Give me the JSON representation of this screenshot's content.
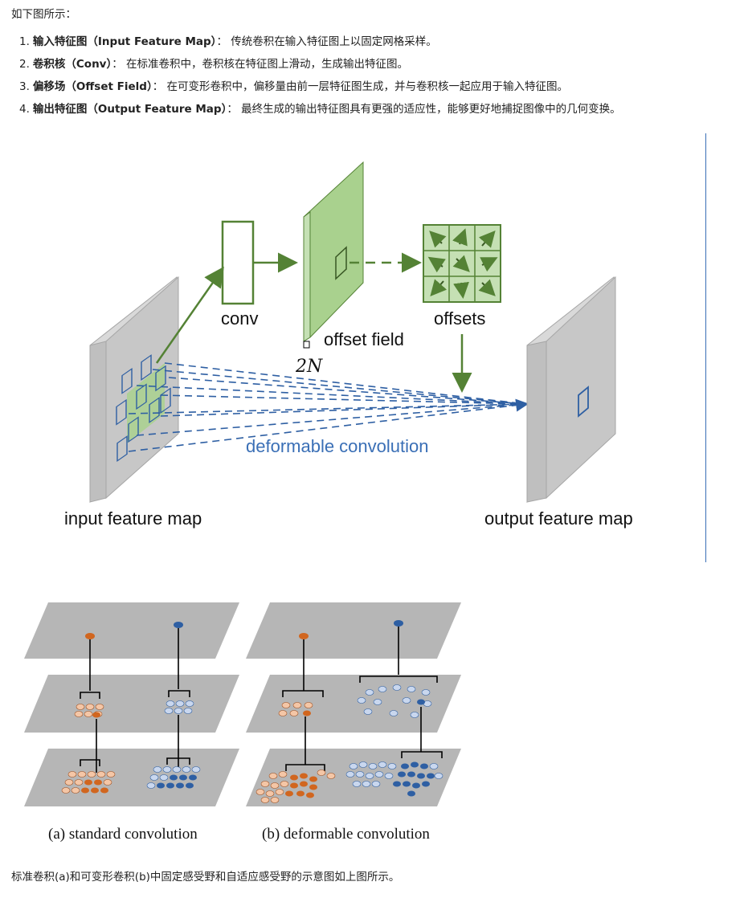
{
  "intro": "如下图所示：",
  "items": [
    {
      "num": "1.",
      "term": "输入特征图（Input Feature Map）",
      "desc": "：  传统卷积在输入特征图上以固定网格采样。"
    },
    {
      "num": "2.",
      "term": "卷积核（Conv）",
      "desc": "：  在标准卷积中，卷积核在特征图上滑动，生成输出特征图。"
    },
    {
      "num": "3.",
      "term": "偏移场（Offset Field）",
      "desc": "：  在可变形卷积中，偏移量由前一层特征图生成，并与卷积核一起应用于输入特征图。"
    },
    {
      "num": "4.",
      "term": "输出特征图（Output Feature Map）",
      "desc": "：  最终生成的输出特征图具有更强的适应性，能够更好地捕捉图像中的几何变换。"
    }
  ],
  "figure1": {
    "conv": "conv",
    "offset_field": "offset field",
    "two_n": "2N",
    "offsets": "offsets",
    "deformable": "deformable convolution",
    "input_map": "input feature map",
    "output_map": "output feature map"
  },
  "figure2": {
    "caption_a": "(a) standard convolution",
    "caption_b": "(b) deformable convolution"
  },
  "outro": "标准卷积(a)和可变形卷积(b)中固定感受野和自适应感受野的示意图如上图所示。",
  "colors": {
    "green": "#a9d18e",
    "green_dark": "#548235",
    "blue": "#2e5fa3",
    "orange": "#d1661f"
  }
}
